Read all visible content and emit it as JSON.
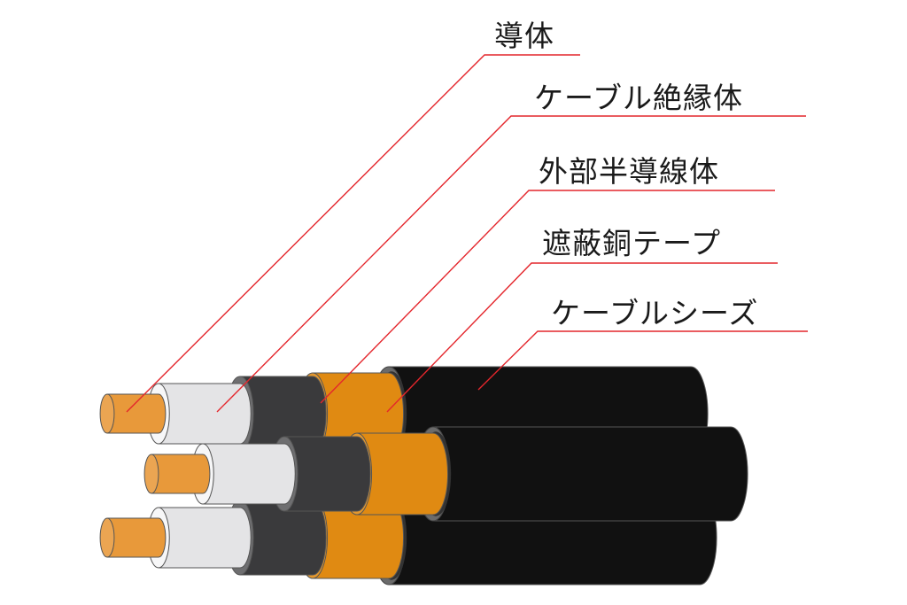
{
  "labels": {
    "conductor": "導体",
    "insulation": "ケーブル絶縁体",
    "semiconductor": "外部半導線体",
    "copper_tape": "遮蔽銅テープ",
    "sheath": "ケーブルシーズ"
  },
  "colors": {
    "leader": "#e4262c",
    "conductor": "#e8993a",
    "insulation": "#e4e4e6",
    "semiconductor": "#3a3a3c",
    "tape": "#e08a12",
    "sheath": "#111111"
  }
}
